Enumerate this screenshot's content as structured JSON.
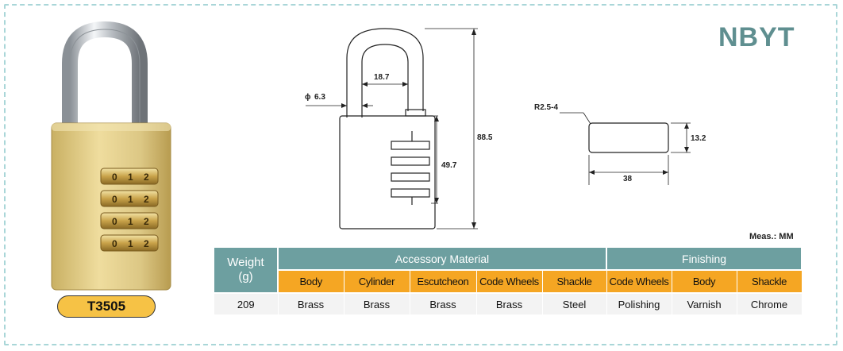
{
  "brand": "NBYT",
  "model": "T3505",
  "units_note": "Meas.: MM",
  "front_view": {
    "shackle_diameter": "6.3",
    "shackle_width": "18.7",
    "total_height": "88.5",
    "body_height": "49.7"
  },
  "side_view": {
    "corner_radius": "R2.5-4",
    "thickness": "13.2",
    "width": "38"
  },
  "table": {
    "weight_header_1": "Weight",
    "weight_header_2": "(g)",
    "group_accessory": "Accessory Material",
    "group_finishing": "Finishing",
    "accessory_columns": [
      "Body",
      "Cylinder",
      "Escutcheon",
      "Code Wheels",
      "Shackle"
    ],
    "finishing_columns": [
      "Code Wheels",
      "Body",
      "Shackle"
    ],
    "weight_value": "209",
    "accessory_values": [
      "Brass",
      "Brass",
      "Brass",
      "Brass",
      "Steel"
    ],
    "finishing_values": [
      "Polishing",
      "Varnish",
      "Chrome"
    ]
  },
  "colors": {
    "brand": "#5f8f90",
    "header_teal": "#6d9fa0",
    "header_orange": "#f5a623",
    "badge_yellow": "#f6c245",
    "brass": "#d9c27a"
  },
  "lock_wheel_digits": [
    "0",
    "1",
    "2"
  ]
}
